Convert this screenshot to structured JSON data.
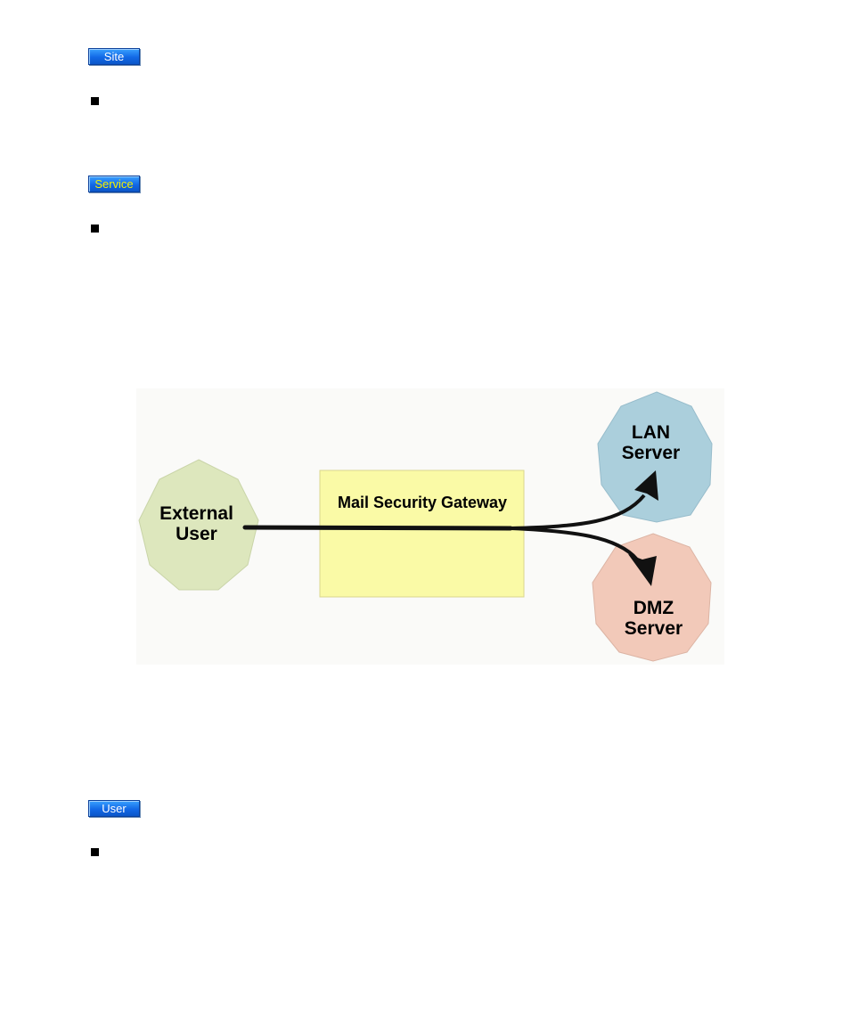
{
  "buttons": {
    "site": "Site",
    "service": "Service",
    "user": "User"
  },
  "diagram": {
    "external_user": {
      "line1": "External",
      "line2": "User"
    },
    "gateway": "Mail Security Gateway",
    "lan_server": {
      "line1": "LAN",
      "line2": "Server"
    },
    "dmz_server": {
      "line1": "DMZ",
      "line2": "Server"
    }
  },
  "colors": {
    "external_user_fill": "#dde7bd",
    "gateway_fill": "#fafaa6",
    "lan_server_fill": "#abcfdc",
    "dmz_server_fill": "#f2c9b9",
    "button_blue": "#1268e6",
    "service_text": "#f4f100"
  }
}
